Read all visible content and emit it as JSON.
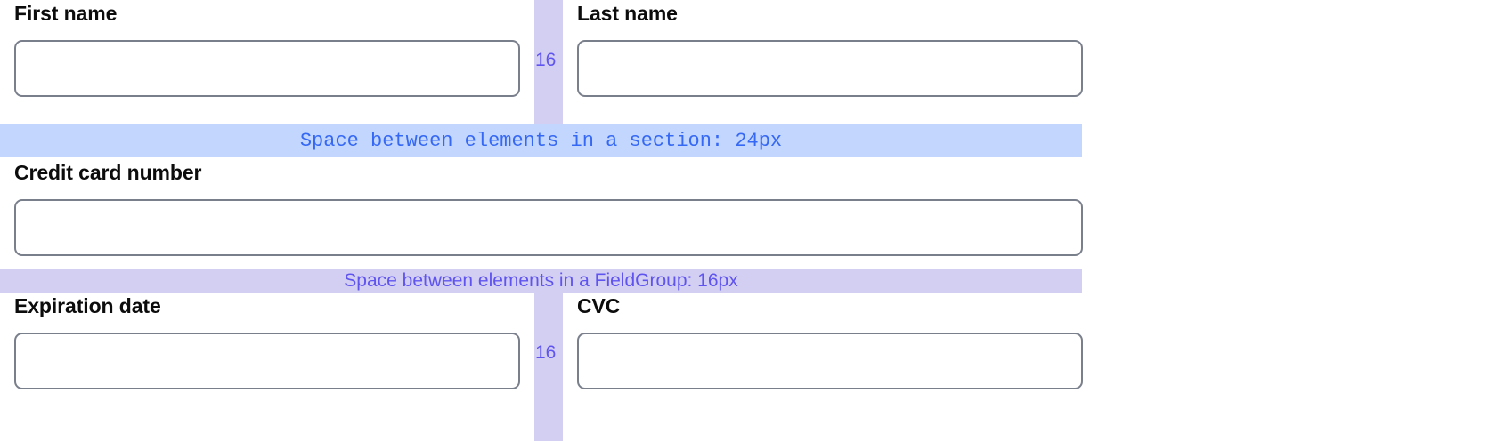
{
  "form": {
    "rows": [
      {
        "name": "name-row",
        "fields": [
          {
            "label": "First name",
            "value": "",
            "placeholder": ""
          },
          {
            "label": "Last name",
            "value": "",
            "placeholder": ""
          }
        ],
        "gap_label": "16"
      },
      {
        "name": "card-row",
        "fields": [
          {
            "label": "Credit card number",
            "value": "",
            "placeholder": ""
          }
        ]
      },
      {
        "name": "expiry-row",
        "fields": [
          {
            "label": "Expiration date",
            "value": "",
            "placeholder": ""
          },
          {
            "label": "CVC",
            "value": "",
            "placeholder": ""
          }
        ],
        "gap_label": "16"
      }
    ]
  },
  "annotations": {
    "section_band": {
      "text": "Space between elements in a section: 24px",
      "background": "#c3d6fd",
      "color": "#3568f4"
    },
    "fieldgroup_band": {
      "text": "Space between elements in a FieldGroup: 16px",
      "background": "#d3cff2",
      "color": "#5f54ef"
    },
    "gap_marker": {
      "value": "16",
      "background": "#d3cff2",
      "color": "#5f54ef"
    }
  },
  "colors": {
    "page_background": "#ffffff",
    "label_text": "#0c0c0d",
    "input_border": "#7a7f8c",
    "input_background": "#ffffff"
  }
}
